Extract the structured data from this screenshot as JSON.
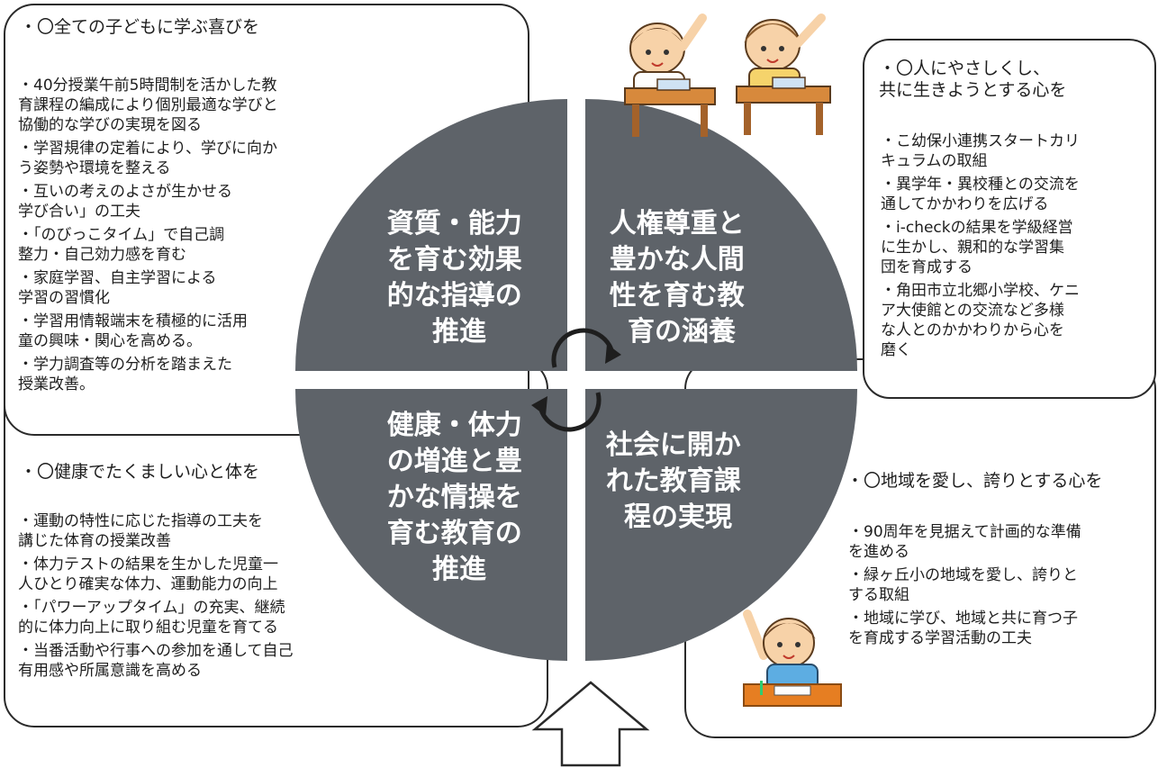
{
  "colors": {
    "quadrant": "#5e6369",
    "border": "#2a2a2a",
    "text": "#1e1e1e"
  },
  "quadrants": {
    "top_left": [
      "資質・能力",
      "を育む効果",
      "的な指導の",
      "推進"
    ],
    "top_right": [
      "人権尊重と",
      "豊かな人間",
      "性を育む教",
      "育の涵養"
    ],
    "bottom_left": [
      "健康・体力",
      "の増進と豊",
      "かな情操を",
      "育む教育の",
      "推進"
    ],
    "bottom_right": [
      "社会に開か",
      "れた教育課",
      "程の実現"
    ]
  },
  "top_left_box": {
    "heading": "・〇全ての子どもに学ぶ喜びを",
    "items": [
      "・40分授業午前5時間制を活かした教\n育課程の編成により個別最適な学びと\n協働的な学びの実現を図る",
      "・学習規律の定着により、学びに向か\nう姿勢や環境を整える",
      "・互いの考えのよさが生かせる\n学び合い」の工夫",
      "・「のびっこタイム」で自己調\n整力・自己効力感を育む",
      "・家庭学習、自主学習による\n学習の習慣化",
      "・学習用情報端末を積極的に活用\n童の興味・関心を高める。",
      "・学力調査等の分析を踏まえた\n授業改善。"
    ]
  },
  "top_right_box": {
    "heading": "・〇人にやさしくし、\n共に生きようとする心を",
    "items": [
      "・こ幼保小連携スタートカリ\nキュラムの取組",
      "・異学年・異校種との交流を\n通してかかわりを広げる",
      "・i-checkの結果を学級経営\nに生かし、親和的な学習集\n団を育成する",
      "・角田市立北郷小学校、ケニ\nア大使館との交流など多様\nな人とのかかわりから心を\n磨く"
    ]
  },
  "bottom_left_box": {
    "heading": "・〇健康でたくましい心と体を",
    "items": [
      "・運動の特性に応じた指導の工夫を\n講じた体育の授業改善",
      "・体力テストの結果を生かした児童一\n人ひとり確実な体力、運動能力の向上",
      "・「パワーアップタイム」の充実、継続\n的に体力向上に取り組む児童を育てる",
      "・当番活動や行事への参加を通して自己\n有用感や所属意識を高める"
    ]
  },
  "bottom_right_box": {
    "heading": "・〇地域を愛し、誇りとする心を",
    "items": [
      "・90周年を見据えて計画的な準備\nを進める",
      "・緑ヶ丘小の地域を愛し、誇りと\nする取組",
      "・地域に学び、地域と共に育つ子\nを育成する学習活動の工夫"
    ]
  },
  "illustrations": {
    "top": "children-raising-hands-at-desks",
    "bottom": "child-raising-hand-studying"
  }
}
